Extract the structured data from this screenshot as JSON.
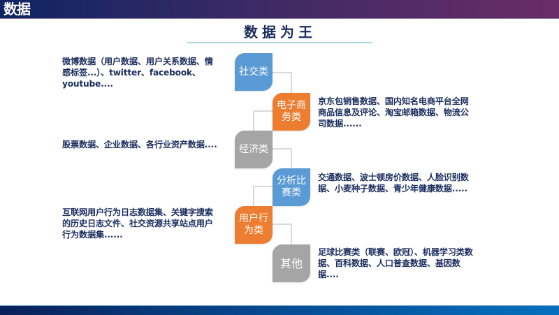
{
  "header": {
    "title": "数据"
  },
  "main": {
    "title": "数据为王"
  },
  "colors": {
    "blue": "#5b9bd5",
    "orange": "#ed7d31",
    "gray": "#a5a5a5",
    "text": "#1b2d5e"
  },
  "categories": [
    {
      "label": "社交类",
      "color": "blue",
      "side": "left",
      "description": "微博数据（用户数据、用户关系数据、情感标签...）、twitter、facebook、youtube...."
    },
    {
      "label": "电子商务类",
      "color": "orange",
      "side": "right",
      "description": "京东包销售数据、国内知名电商平台全网商品信息及评论、淘宝邮箱数据、物流公司数据......"
    },
    {
      "label": "经济类",
      "color": "gray",
      "side": "left",
      "description": "股票数据、企业数据、各行业资产数据...."
    },
    {
      "label": "分析比赛类",
      "color": "blue",
      "side": "right",
      "description": "交通数据、波士顿房价数据、人脸识别数据、小麦种子数据、青少年健康数据....."
    },
    {
      "label": "用户行为类",
      "color": "orange",
      "side": "left",
      "description": "互联网用户行为日志数据集、关键字搜索的历史日志文件、社交资源共享站点用户行为数据集......"
    },
    {
      "label": "其他",
      "color": "gray",
      "side": "right",
      "description": "足球比赛类（联赛、欧冠）、机器学习类数据、百科数据、人口普查数据、基因数据...."
    }
  ]
}
